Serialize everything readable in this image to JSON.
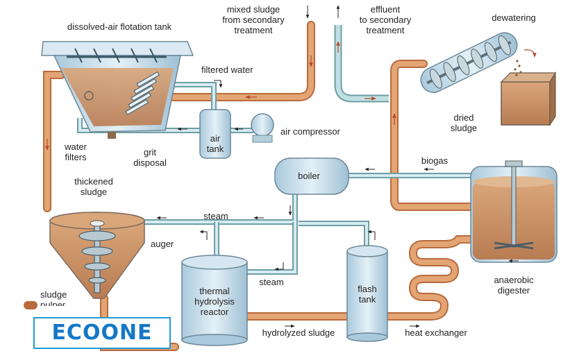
{
  "labels": {
    "daf_tank": "dissolved-air flotation tank",
    "mixed_sludge": "mixed sludge\nfrom secondary\ntreatment",
    "effluent": "effluent\nto secondary\ntreatment",
    "dewatering": "dewatering",
    "filtered_water": "filtered water",
    "air_tank": "air\ntank",
    "air_compressor": "air compressor",
    "water_filters": "water\nfilters",
    "grit_disposal": "grit\ndisposal",
    "thickened_sludge": "thickened\nsludge",
    "dried_sludge": "dried\nsludge",
    "boiler": "boiler",
    "biogas": "biogas",
    "steam_top": "steam",
    "auger": "auger",
    "sludge_pulper": "sludge\npulper",
    "steam_mid": "steam",
    "thermal_hydrolysis_reactor": "thermal\nhydrolysis\nreactor",
    "flash_tank": "flash\ntank",
    "hydrolyzed_sludge": "hydrolyzed sludge",
    "heat_exchanger": "heat exchanger",
    "anaerobic_digester": "anaerobic\ndigester"
  },
  "logo": {
    "text": "ECOONE"
  },
  "colors": {
    "sludge_pipe": "#d9925c",
    "water_pipe": "#b9dde0",
    "tank_blue": "#cfe3ef",
    "sludge_fill": "#c48a5e",
    "logo_blue": "#1578c6",
    "logo_green": "#2ea84a"
  }
}
